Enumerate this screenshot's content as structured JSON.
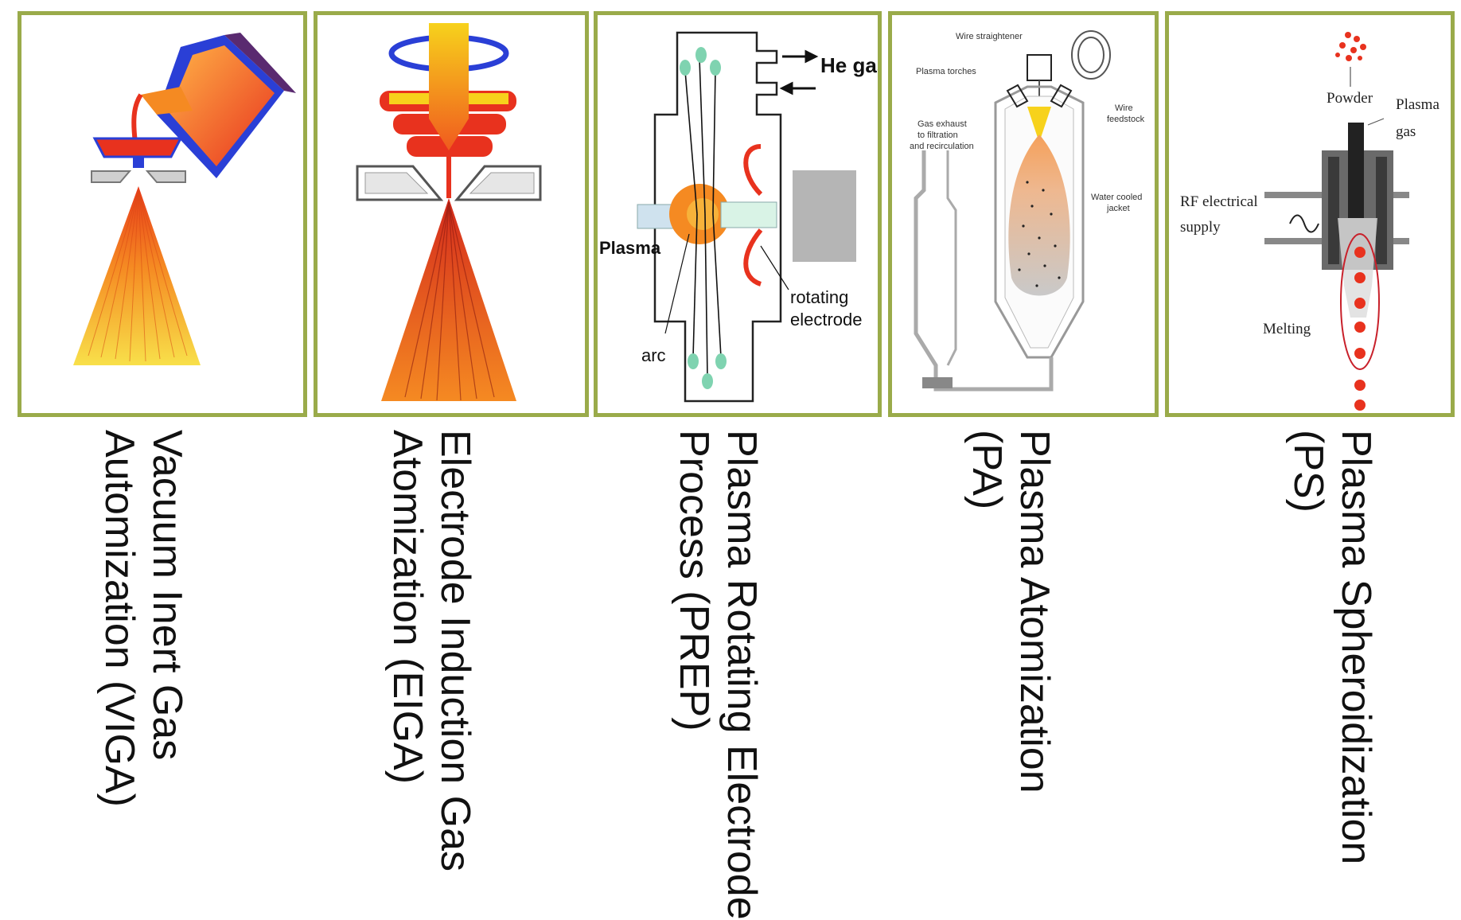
{
  "panels": [
    {
      "id": "viga",
      "caption": "Vacuum Inert Gas\nAutomization (VIGA)",
      "labels": []
    },
    {
      "id": "eiga",
      "caption": "Electrode Induction Gas\nAtomization (EIGA)",
      "labels": []
    },
    {
      "id": "prep",
      "caption": "Plasma Rotating Electrode\nProcess (PREP)",
      "labels": {
        "he_gas": "He gas",
        "plasma": "Plasma",
        "rotating": "rotating",
        "electrode": "electrode",
        "arc": "arc"
      }
    },
    {
      "id": "pa",
      "caption": "Plasma Atomization\n(PA)",
      "labels": {
        "wire_straightener": "Wire straightener",
        "plasma_torches": "Plasma torches",
        "gas_exhaust_1": "Gas exhaust",
        "gas_exhaust_2": "to filtration",
        "gas_exhaust_3": "and recirculation",
        "wire_1": "Wire",
        "wire_2": "feedstock",
        "water_1": "Water cooled",
        "water_2": "jacket"
      }
    },
    {
      "id": "ps",
      "caption": "Plasma Spheroidization\n(PS)",
      "labels": {
        "powder": "Powder",
        "plasma": "Plasma",
        "gas": "gas",
        "rf_1": "RF electrical",
        "rf_2": "supply",
        "melting": "Melting"
      }
    }
  ],
  "colors": {
    "frame": "#9aab4a",
    "molten": "#e8321e",
    "blue": "#2a3fd6",
    "orange": "#f47b20",
    "yellow": "#f7d21c",
    "particle": "#7fd3b0"
  }
}
